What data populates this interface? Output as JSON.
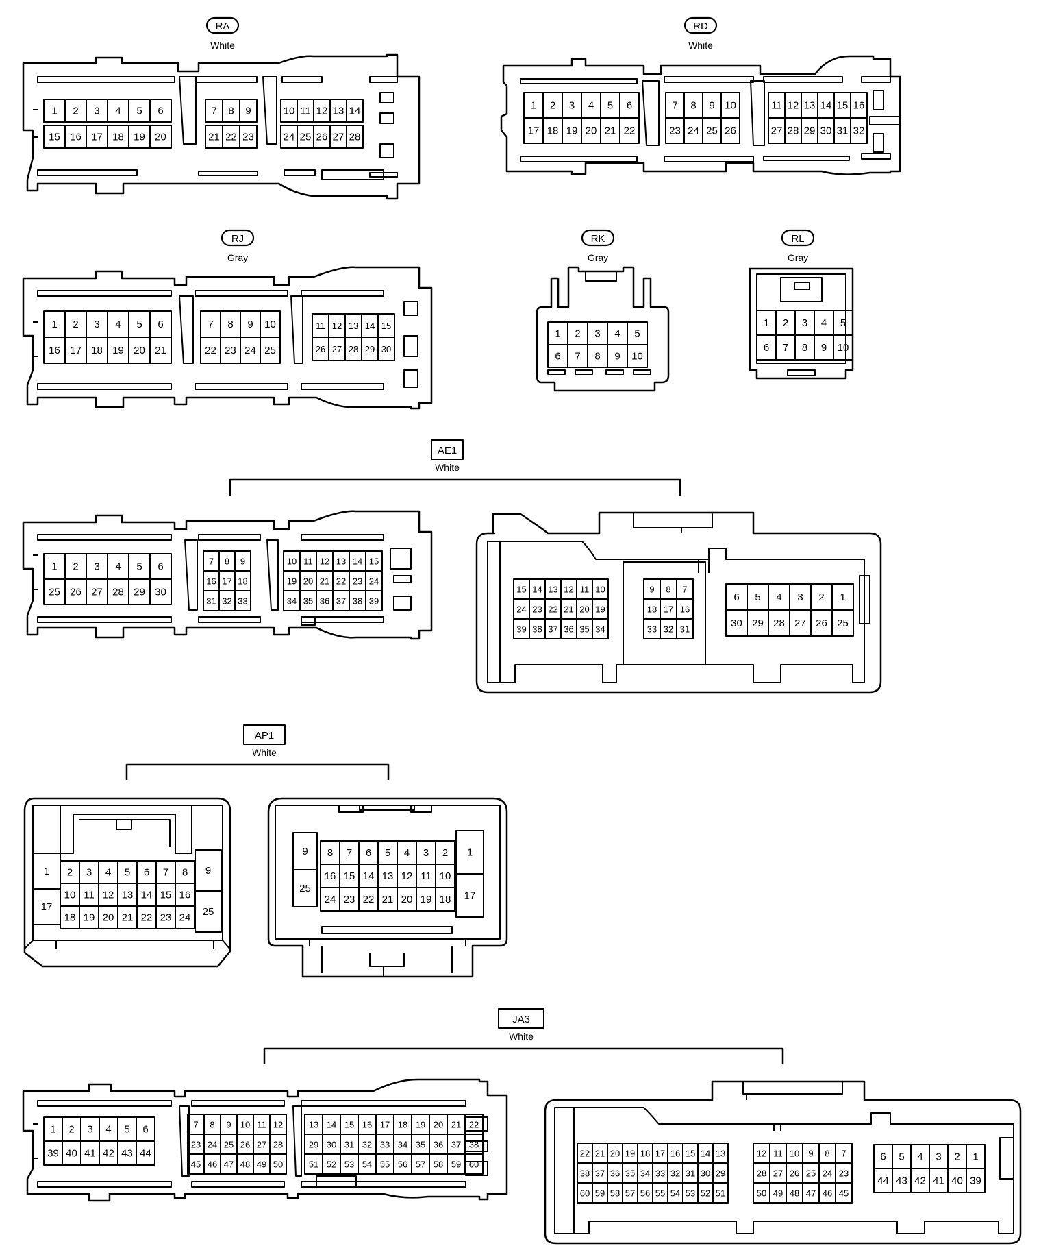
{
  "connectors": [
    {
      "id": "RA",
      "color": "White"
    },
    {
      "id": "RD",
      "color": "White"
    },
    {
      "id": "RJ",
      "color": "Gray"
    },
    {
      "id": "RK",
      "color": "Gray"
    },
    {
      "id": "RL",
      "color": "Gray"
    },
    {
      "id": "AE1",
      "color": "White"
    },
    {
      "id": "AP1",
      "color": "White"
    },
    {
      "id": "JA3",
      "color": "White"
    }
  ],
  "pins": {
    "RA": [
      [
        "1",
        "2",
        "3",
        "4",
        "5",
        "6"
      ],
      [
        "15",
        "16",
        "17",
        "18",
        "19",
        "20"
      ],
      [
        "7",
        "8",
        "9"
      ],
      [
        "21",
        "22",
        "23"
      ],
      [
        "10",
        "11",
        "12",
        "13",
        "14"
      ],
      [
        "24",
        "25",
        "26",
        "27",
        "28"
      ]
    ],
    "RD": [
      [
        "1",
        "2",
        "3",
        "4",
        "5",
        "6"
      ],
      [
        "17",
        "18",
        "19",
        "20",
        "21",
        "22"
      ],
      [
        "7",
        "8",
        "9",
        "10"
      ],
      [
        "23",
        "24",
        "25",
        "26"
      ],
      [
        "11",
        "12",
        "13",
        "14",
        "15",
        "16"
      ],
      [
        "27",
        "28",
        "29",
        "30",
        "31",
        "32"
      ]
    ],
    "RJ": [
      [
        "1",
        "2",
        "3",
        "4",
        "5",
        "6"
      ],
      [
        "16",
        "17",
        "18",
        "19",
        "20",
        "21"
      ],
      [
        "7",
        "8",
        "9",
        "10"
      ],
      [
        "22",
        "23",
        "24",
        "25"
      ],
      [
        "11",
        "12",
        "13",
        "14",
        "15"
      ],
      [
        "26",
        "27",
        "28",
        "29",
        "30"
      ]
    ],
    "RK": [
      [
        "1",
        "2",
        "3",
        "4",
        "5"
      ],
      [
        "6",
        "7",
        "8",
        "9",
        "10"
      ]
    ],
    "RL": [
      [
        "1",
        "2",
        "3",
        "4",
        "5"
      ],
      [
        "6",
        "7",
        "8",
        "9",
        "10"
      ]
    ],
    "AE1_A": [
      [
        "1",
        "2",
        "3",
        "4",
        "5",
        "6"
      ],
      [
        "25",
        "26",
        "27",
        "28",
        "29",
        "30"
      ],
      [
        "7",
        "8",
        "9"
      ],
      [
        "16",
        "17",
        "18"
      ],
      [
        "31",
        "32",
        "33"
      ],
      [
        "10",
        "11",
        "12",
        "13",
        "14",
        "15"
      ],
      [
        "19",
        "20",
        "21",
        "22",
        "23",
        "24"
      ],
      [
        "34",
        "35",
        "36",
        "37",
        "38",
        "39"
      ]
    ],
    "AE1_B": [
      [
        "15",
        "14",
        "13",
        "12",
        "11",
        "10"
      ],
      [
        "24",
        "23",
        "22",
        "21",
        "20",
        "19"
      ],
      [
        "39",
        "38",
        "37",
        "36",
        "35",
        "34"
      ],
      [
        "9",
        "8",
        "7"
      ],
      [
        "18",
        "17",
        "16"
      ],
      [
        "33",
        "32",
        "31"
      ],
      [
        "6",
        "5",
        "4",
        "3",
        "2",
        "1"
      ],
      [
        "30",
        "29",
        "28",
        "27",
        "26",
        "25"
      ]
    ],
    "AP1_A": [
      [
        "1",
        "17"
      ],
      [
        "2",
        "3",
        "4",
        "5",
        "6",
        "7",
        "8"
      ],
      [
        "10",
        "11",
        "12",
        "13",
        "14",
        "15",
        "16"
      ],
      [
        "18",
        "19",
        "20",
        "21",
        "22",
        "23",
        "24"
      ],
      [
        "9",
        "25"
      ]
    ],
    "AP1_B": [
      [
        "9",
        "25"
      ],
      [
        "8",
        "7",
        "6",
        "5",
        "4",
        "3",
        "2"
      ],
      [
        "16",
        "15",
        "14",
        "13",
        "12",
        "11",
        "10"
      ],
      [
        "24",
        "23",
        "22",
        "21",
        "20",
        "19",
        "18"
      ],
      [
        "1",
        "17"
      ]
    ],
    "JA3_A": [
      [
        "1",
        "2",
        "3",
        "4",
        "5",
        "6"
      ],
      [
        "39",
        "40",
        "41",
        "42",
        "43",
        "44"
      ],
      [
        "7",
        "8",
        "9",
        "10",
        "11",
        "12"
      ],
      [
        "23",
        "24",
        "25",
        "26",
        "27",
        "28"
      ],
      [
        "45",
        "46",
        "47",
        "48",
        "49",
        "50"
      ],
      [
        "13",
        "14",
        "15",
        "16",
        "17",
        "18",
        "19",
        "20",
        "21",
        "22"
      ],
      [
        "29",
        "30",
        "31",
        "32",
        "33",
        "34",
        "35",
        "36",
        "37",
        "38"
      ],
      [
        "51",
        "52",
        "53",
        "54",
        "55",
        "56",
        "57",
        "58",
        "59",
        "60"
      ]
    ],
    "JA3_B": [
      [
        "22",
        "21",
        "20",
        "19",
        "18",
        "17",
        "16",
        "15",
        "14",
        "13"
      ],
      [
        "38",
        "37",
        "36",
        "35",
        "34",
        "33",
        "32",
        "31",
        "30",
        "29"
      ],
      [
        "60",
        "59",
        "58",
        "57",
        "56",
        "55",
        "54",
        "53",
        "52",
        "51"
      ],
      [
        "12",
        "11",
        "10",
        "9",
        "8",
        "7"
      ],
      [
        "28",
        "27",
        "26",
        "25",
        "24",
        "23"
      ],
      [
        "50",
        "49",
        "48",
        "47",
        "46",
        "45"
      ],
      [
        "6",
        "5",
        "4",
        "3",
        "2",
        "1"
      ],
      [
        "44",
        "43",
        "42",
        "41",
        "40",
        "39"
      ]
    ]
  }
}
